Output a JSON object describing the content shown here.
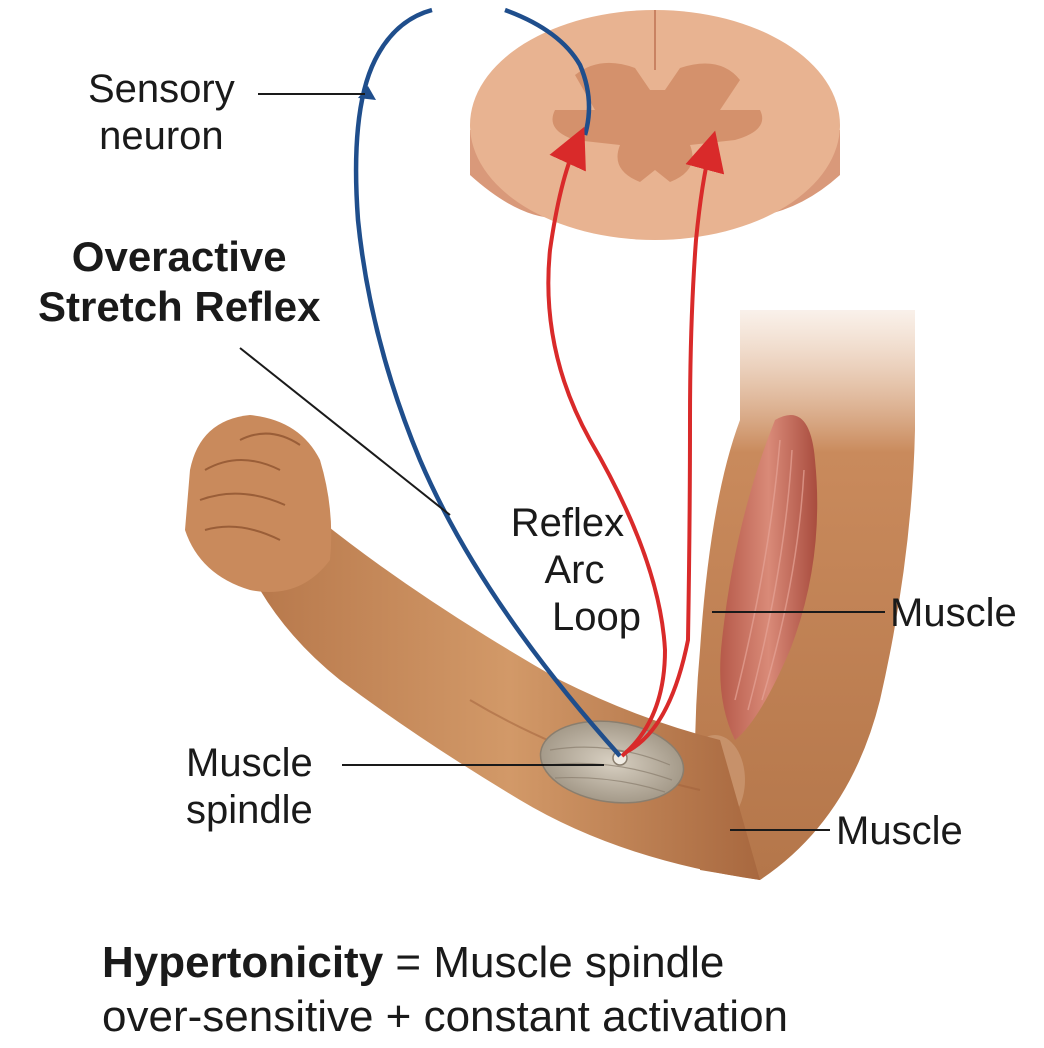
{
  "labels": {
    "sensory_neuron": [
      "Sensory",
      "neuron"
    ],
    "overactive_reflex": [
      "Overactive",
      "Stretch Reflex"
    ],
    "reflex_arc": [
      "Reflex",
      "Arc",
      "Loop"
    ],
    "muscle_upper": "Muscle",
    "muscle_spindle": [
      "Muscle",
      "spindle"
    ],
    "muscle_lower": "Muscle"
  },
  "caption": {
    "term": "Hypertonicity",
    "line1_rest": " = Muscle spindle",
    "line2": "over-sensitive + constant activation"
  },
  "colors": {
    "sensory_path": "#1f4e8c",
    "motor_path": "#d92a2a",
    "skin": "#c98a5c",
    "spinal_cord": "#e8b391",
    "grey_matter": "#d4916c",
    "muscle": "#c96a58",
    "spindle": "#b8ad9c"
  }
}
